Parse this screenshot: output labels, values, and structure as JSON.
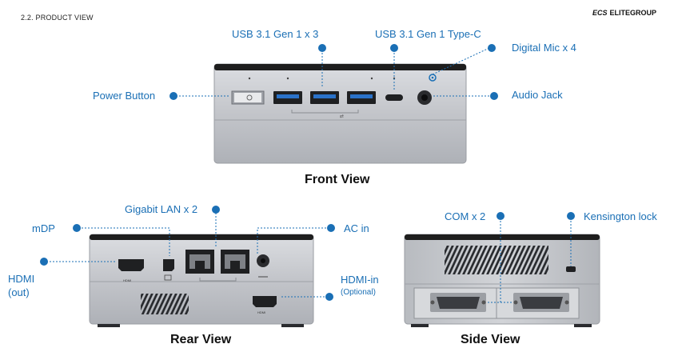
{
  "header": {
    "section_title": "2.2. PRODUCT VIEW",
    "brand_mark": "ECS",
    "brand_name": "ELITEGROUP"
  },
  "front_view": {
    "caption": "Front View",
    "callouts": {
      "usb_31_gen1_x3": "USB 3.1 Gen 1 x 3",
      "usb_typec": "USB 3.1 Gen 1 Type-C",
      "digital_mic": "Digital Mic x 4",
      "power_button": "Power Button",
      "audio_jack": "Audio Jack"
    }
  },
  "rear_view": {
    "caption": "Rear View",
    "callouts": {
      "gigabit_lan": "Gigabit LAN x 2",
      "mdp": "mDP",
      "ac_in": "AC in",
      "hdmi_out_line1": "HDMI",
      "hdmi_out_line2": "(out)",
      "hdmi_in": "HDMI-in",
      "hdmi_in_note": "(Optional)"
    }
  },
  "side_view": {
    "caption": "Side View",
    "callouts": {
      "com": "COM x 2",
      "kensington": "Kensington lock"
    }
  },
  "colors": {
    "accent": "#1a6fb5",
    "chassis_top": "#1e1e1e",
    "chassis_silver": "#c4c6cb"
  }
}
